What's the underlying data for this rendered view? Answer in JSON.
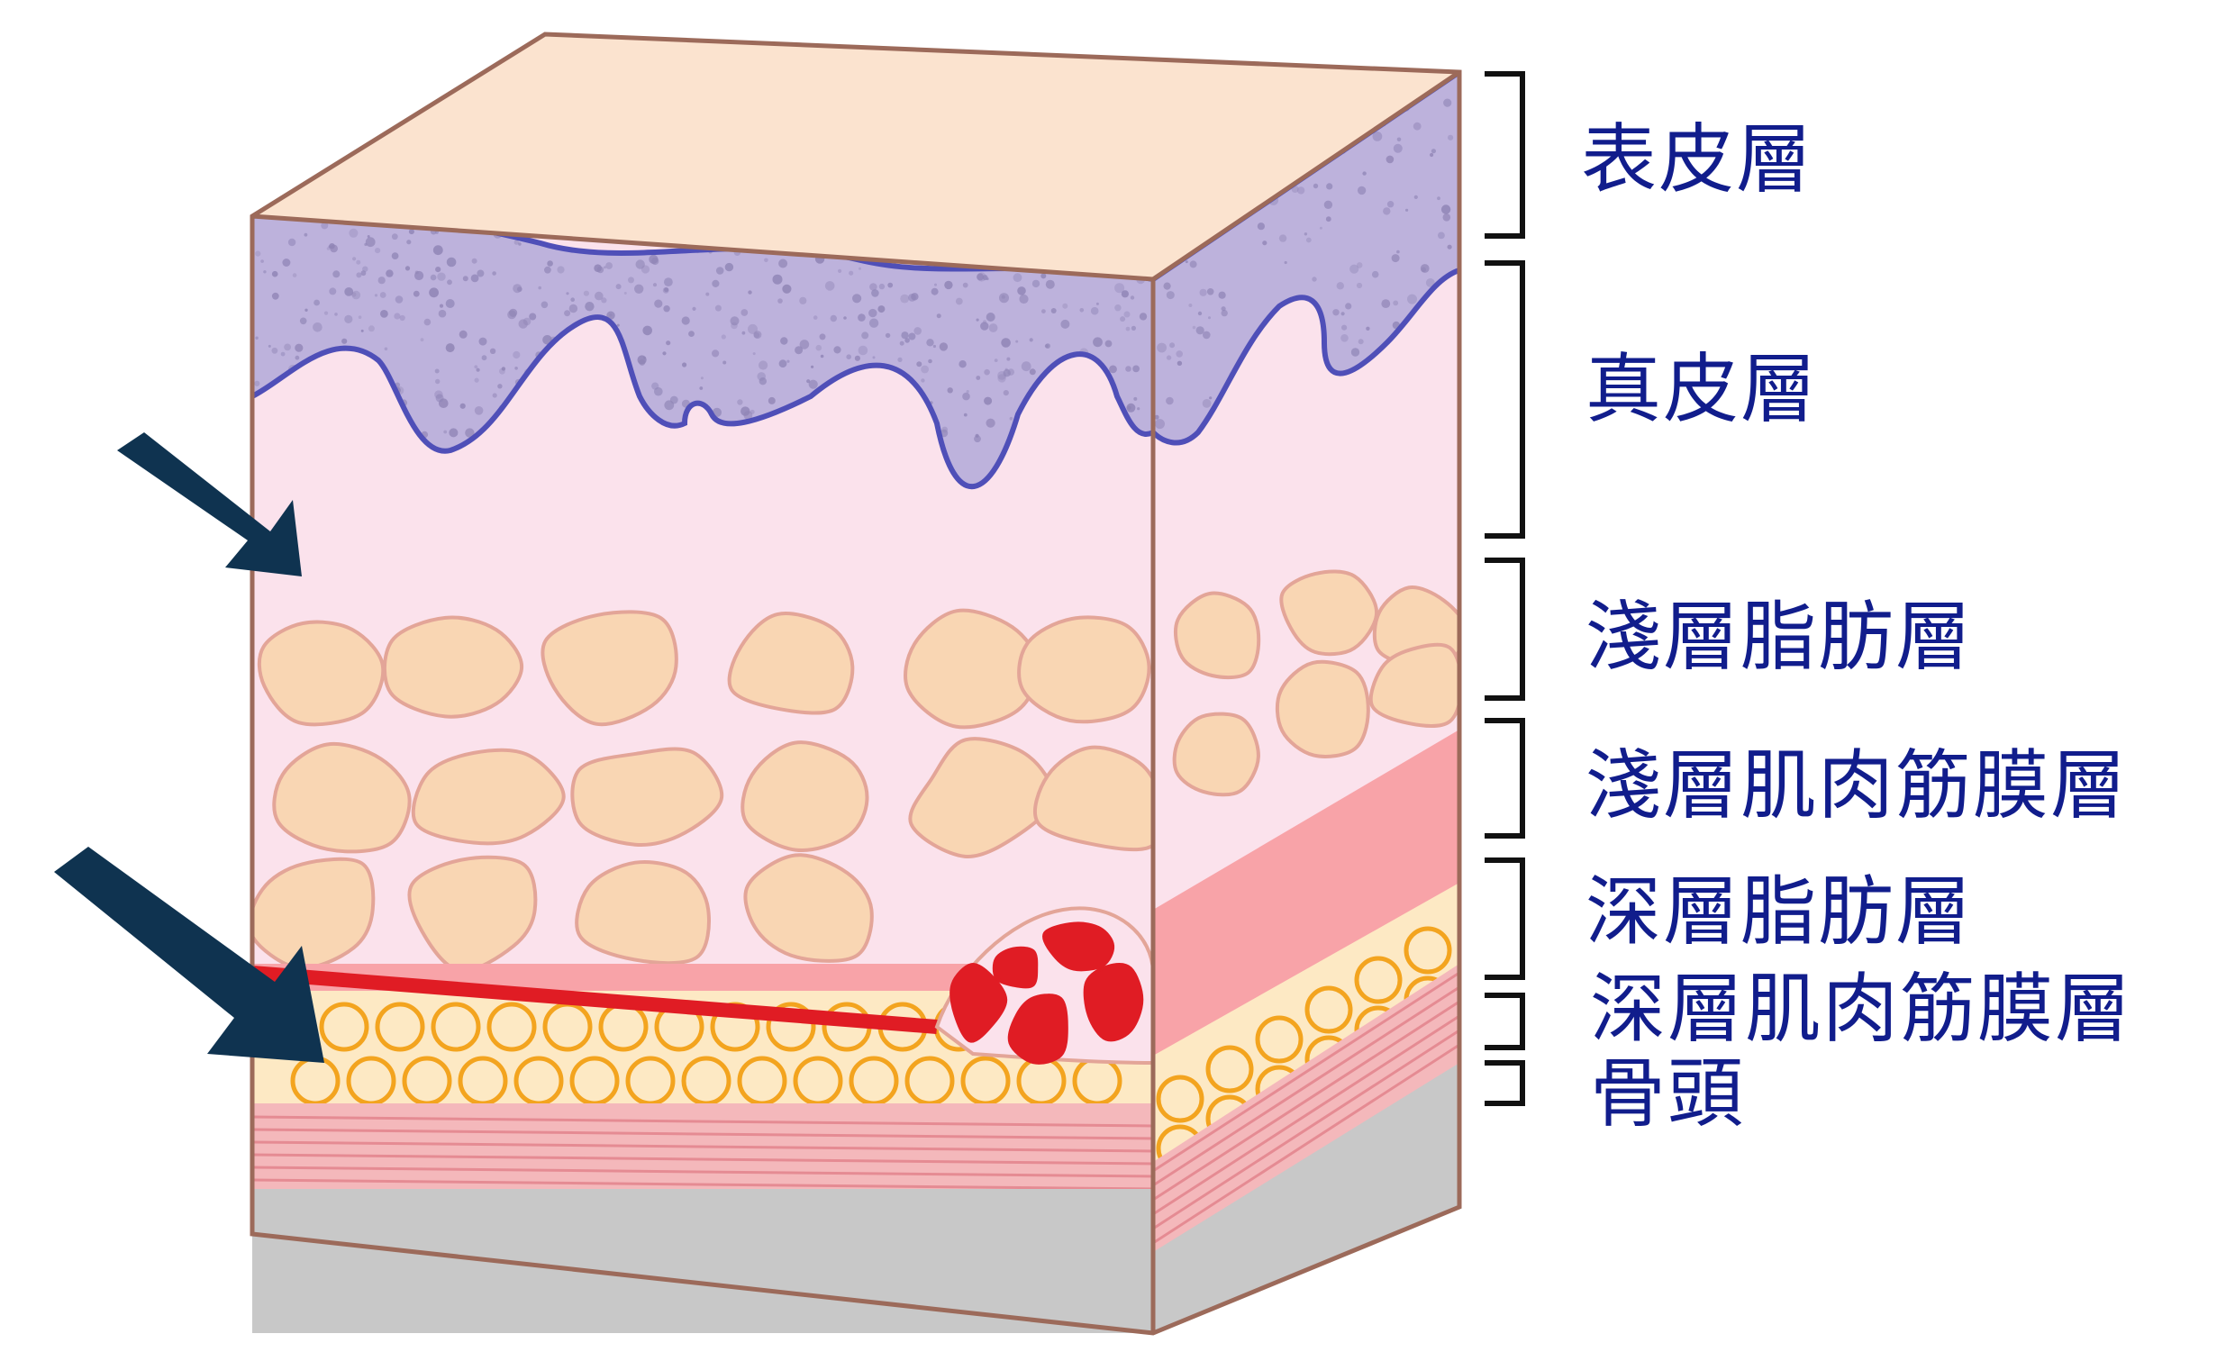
{
  "colors": {
    "outline": "#9c6a5a",
    "top_face": "#fbe3cf",
    "epidermis": "#bdb2dc",
    "epidermis_edge": "#4f4fb8",
    "epidermis_speckle": "#8f84b5",
    "dermis": "#fbe2ec",
    "fat": "#f9d6b3",
    "fat_edge": "#e3a598",
    "smas": "#f8a3a8",
    "deep_fat_fill": "#fde9c4",
    "deep_fat_edge": "#f3a41f",
    "muscle": "#f4b8bb",
    "muscle_line": "#e58b93",
    "bone": "#c8c8c8",
    "vessel": "#e01c24",
    "arrow": "#0f3350",
    "bracket": "#111111",
    "label": "#111d8c"
  },
  "icons": [
    "down-right-arrow-icon",
    "down-right-arrow-icon"
  ],
  "layers": [
    {
      "id": "epidermis",
      "label": "表皮層"
    },
    {
      "id": "dermis",
      "label": "真皮層"
    },
    {
      "id": "superficial-fat",
      "label": "淺層脂肪層"
    },
    {
      "id": "superficial-fascia",
      "label": "淺層肌肉筋膜層"
    },
    {
      "id": "deep-fat",
      "label": "深層脂肪層"
    },
    {
      "id": "deep-fascia",
      "label": "深層肌肉筋膜層"
    },
    {
      "id": "bone",
      "label": "骨頭"
    }
  ]
}
